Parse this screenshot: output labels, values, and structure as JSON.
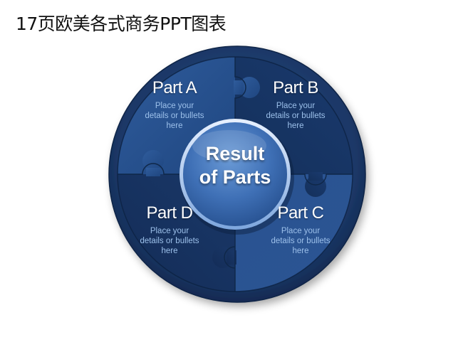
{
  "header": {
    "title": "17页欧美各式商务PPT图表"
  },
  "diagram": {
    "center": {
      "line1": "Result",
      "line2": "of Parts"
    },
    "parts": [
      {
        "title": "Part A",
        "body": [
          "Place your",
          "details or bullets",
          "here"
        ]
      },
      {
        "title": "Part B",
        "body": [
          "Place your",
          "details or bullets",
          "here"
        ]
      },
      {
        "title": "Part C",
        "body": [
          "Place your",
          "details or bullets",
          "here"
        ]
      },
      {
        "title": "Part D",
        "body": [
          "Place your",
          "details or bullets",
          "here"
        ]
      }
    ]
  },
  "colors": {
    "ring_outer": "#1d3a6e",
    "piece_light": "#2a5493",
    "piece_dark": "#14305e",
    "center_fill": "#4d7fc4",
    "body_text": "#9cc0ea"
  }
}
